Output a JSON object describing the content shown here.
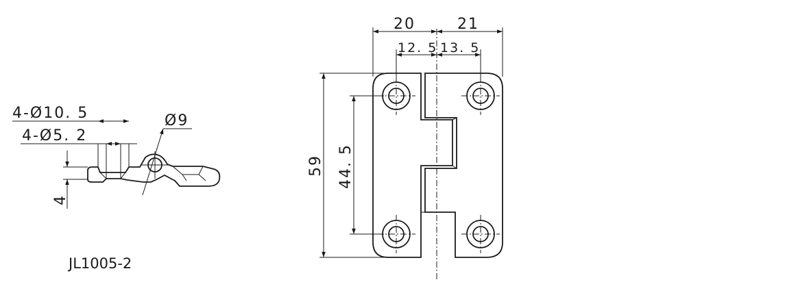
{
  "side_view": {
    "counterbore_label": "4-Ø10. 5",
    "hole_label": "4-Ø5. 2",
    "pin_label": "Ø9",
    "thickness_label": "4",
    "model": "JL1005-2"
  },
  "front_view": {
    "width_left": "20",
    "width_right": "21",
    "hole_offset_left": "12. 5",
    "hole_offset_right": "13. 5",
    "height": "59",
    "hole_spacing": "44. 5"
  }
}
